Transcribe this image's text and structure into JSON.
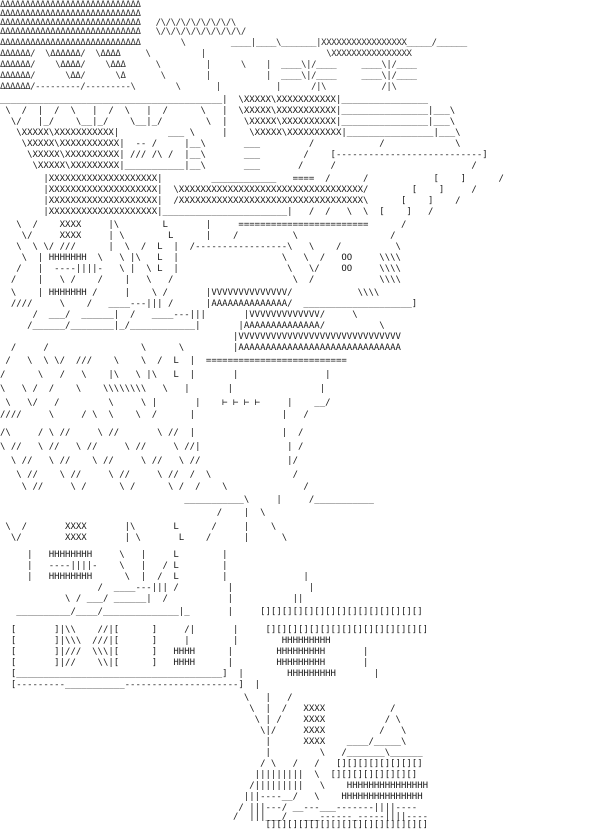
{
  "art": {
    "row_01": "ΔΔΔΔΔΔΔΔΔΔΔΔΔΔΔΔΔΔΔΔΔΔΔΔΔΔΔΔ",
    "row_02": "ΔΔΔΔΔΔΔΔΔΔΔΔΔΔΔΔΔΔΔΔΔΔΔΔΔΔΔΔ",
    "row_03": "ΔΔΔΔΔΔΔΔΔΔΔΔΔΔΔΔΔΔΔΔΔΔΔΔΔΔΔΔ   /\\/\\/\\/\\/\\/\\/\\/\\",
    "row_04": "ΔΔΔΔΔΔΔΔΔΔΔΔΔΔΔΔΔΔΔΔΔΔΔΔΔΔΔΔ   \\/\\/\\/\\/\\/\\/\\/\\/\\/",
    "row_05": "ΔΔΔΔΔΔΔΔΔΔΔΔΔΔΔΔΔΔΔΔΔΔΔΔΔΔΔΔ        \\         ____|____\\_______|XXXXXXXXXXXXXXXXX_____/______",
    "row_06": "ΔΔΔΔΔΔ/  \\ΔΔΔΔΔΔ/  \\ΔΔΔΔ     \\          |                        \\XXXXXXXXXXXXXXXX",
    "row_07": "ΔΔΔΔΔΔ/    \\ΔΔΔΔ/    \\ΔΔΔ      \\         |      \\    |  ____\\|/____     ____\\|/____",
    "row_08": "ΔΔΔΔΔΔ/      \\ΔΔ/      \\Δ       \\        |           |  ____\\|/____     ____\\|/____",
    "row_09": "ΔΔΔΔΔΔ/---------/---------\\        \\       |           |      /|\\           /|\\",
    "row_10": "_________________________________________|  \\XXXXX\\XXXXXXXXXXX|________________",
    "row_11": " \\  /  |  /  \\   |  /  \\   |  /      \\   |  \\XXXXX\\XXXXXXXXXXX|________________|___\\",
    "row_12": "  \\/   |_/    \\__|_/    \\__|_/        \\  |   \\XXXXX\\XXXXXXXXXX|________________|___\\",
    "row_13": "   \\XXXXX\\XXXXXXXXXXX|         ___ \\     |    \\XXXXX\\XXXXXXXXXX|________________|___\\",
    "row_14": "    \\XXXXX\\XXXXXXXXXXX|  -- /     |__\\       ___         /            /             \\",
    "row_15": "     \\XXXXX\\XXXXXXXXXX| /// /\\ /  |__\\       ___        /    [---------------------------]",
    "row_16": "      \\XXXXX\\XXXXXXXXX|___________|__\\       ___       /     /                         /",
    "row_17": "        |XXXXXXXXXXXXXXXXXXXX|         ____________   ====  /      /            [    ]      /",
    "row_18": "        |XXXXXXXXXXXXXXXXXXXX|  \\XXXXXXXXXXXXXXXXXXXXXXXXXXXXXXXXXX/        [    ]     /",
    "row_19": "        |XXXXXXXXXXXXXXXXXXXX|  /XXXXXXXXXXXXXXXXXXXXXXXXXXXXXXXXXX\\      [    ]    /",
    "row_20": "        |XXXXXXXXXXXXXXXXXXXX|_______________________|   /  /   \\  \\  [    ]   /",
    "row_21": "   \\  /    XXXX     |\\        L       |     ========================      /",
    "row_22": "    \\/     XXXX     | \\        L      |    /          \\                 /",
    "row_23": "   \\  \\ \\/ ///      |  \\  /  L  |  /-----------------\\   \\    /          \\",
    "row_24": "    \\  | HHHHHHH  \\   \\ |\\   L  |                   \\   \\  /   OO     \\\\\\\\",
    "row_25": "   /   |  ----||||-   \\ |  \\ L  |                    \\   \\/    OO     \\\\\\\\",
    "row_26": "  /    |   \\ /    /    |   \\   /                      \\  /            \\\\\\\\",
    "row_27": "  \\    | HHHHHHH /     |    \\ /       |VVVVVVVVVVVVVV/            \\\\\\\\",
    "row_28": "  ////     \\    /   ____---||| /      |AAAAAAAAAAAAAA/  ____________________]",
    "row_29": "      /  ___/  ______|  /   ____---|||       |VVVVVVVVVVVVV/     \\",
    "row_30": "     /______/________|_/____________|       |AAAAAAAAAAAAAA/          \\",
    "row_31": "                                           |VVVVVVVVVVVVVVVVVVVVVVVVVVVVVV",
    "row_32": "  /     /                 \\      \\         |AAAAAAAAAAAAAAAAAAAAAAAAAAAAAA",
    "row_33": " /   \\  \\ \\/  ///    \\    \\  /  L  |  ==========================",
    "row_34": "/      \\   /   \\    |\\   \\ |\\   L  |       |                |",
    "row_35": "\\   \\ /  /    \\    \\\\\\\\\\\\\\\\   \\   |       |                |",
    "row_36": " \\   \\/   /         \\     \\ |       |    ⊢ ⊢ ⊢ ⊢     |    __/",
    "row_37": "////     \\     / \\  \\    \\  /      |                |   /",
    "row_38": "/\\     / \\ //     \\ //       \\ //  |                |  /",
    "row_39": "\\ //   \\ //   \\ //     \\ //     \\ //|                | /",
    "row_40": "  \\ //   \\ //    \\ //     \\ //   \\ //                |/",
    "row_41": "   \\ //    \\ //     \\ //     \\ //  /  \\               /",
    "row_42": "    \\ //     \\ /      \\ /      \\ /  /    \\              /",
    "row_43": "                                  ___________\\     |     /___________",
    "row_44": "                                        /    |  \\",
    "row_45": " \\  /       XXXX       |\\       L      /     |    \\",
    "row_46": "  \\/        XXXX       | \\       L    /      |      \\",
    "row_47": "     |   HHHHHHHH     \\   |     L        |",
    "row_48": "     |   ----||||-    \\   |   / L        |",
    "row_49": "     |   HHHHHHHH      \\  |  /  L        |              |",
    "row_50": "                  /  ____---||| /         |              |",
    "row_51": "            \\ / ___/ ______|  /           |           ||",
    "row_52": "   __________/____/______________|_       |     [][][][][][][][][][][][][][][]",
    "row_53": "  [       ]|\\\\    //|[      ]     /|       |     [][][][][][][][][][][][][][][]",
    "row_54": "  [       ]|\\\\\\  ///|[      ]     |        |        HHHHHHHHH",
    "row_55": "  [       ]|///  \\\\\\|[      ]   HHHH      |        HHHHHHHHH       |",
    "row_56": "  [       ]|//    \\\\|[      ]   HHHH      |        HHHHHHHHH       |",
    "row_57": "  [______________________________________]  |        HHHHHHHHH       |",
    "row_58": "  [---------___________---------------------]  |",
    "row_59": "                                             \\   |   /",
    "row_60": "                                              \\  |  /   XXXX            /",
    "row_61": "                                               \\ | /    XXXX           / \\",
    "row_62": "                                                \\|/     XXXX          /   \\",
    "row_63": "                                                 |      XXXX    ____/_____\\",
    "row_64": "                                                 |         \\   /_______\\______",
    "row_65": "                                                / \\   /   /   [][][][][][][][]",
    "row_66": "                                               |||||||||  \\  [][][][][][][][]",
    "row_67": "                                              /|||||||||   \\    HHHHHHHHHHHHHHH",
    "row_68": "                                             |||----__/   \\    HHHHHHHHHHHHHHH",
    "row_69": "                                            / |||---/ __---___-------||||----",
    "row_70": "                                           /  |||___/   ___------_-----||||----",
    "row_71": "                                                 [][][][][][][][][][][][][][][]"
  }
}
